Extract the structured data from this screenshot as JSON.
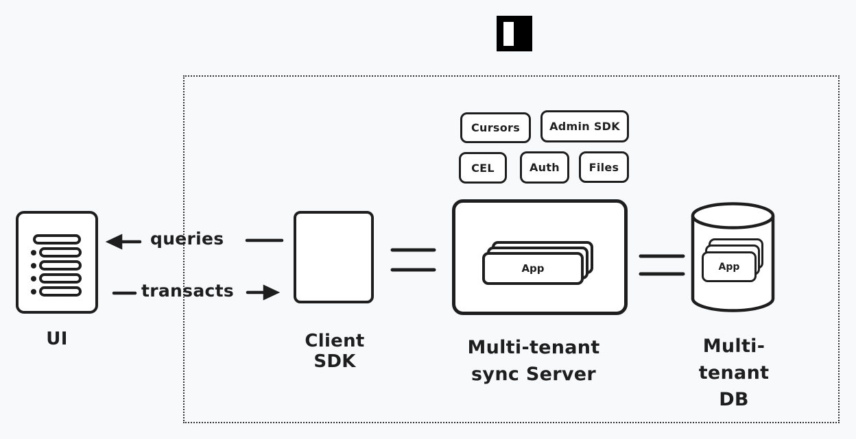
{
  "diagram": {
    "background_color": "#f8f9fb",
    "ink_color": "#1e1e1e",
    "surface_color": "#ffffff",
    "logo_color": "#000000"
  },
  "chips": {
    "cursors": "Cursors",
    "admin_sdk": "Admin SDK",
    "cel": "CEL",
    "auth": "Auth",
    "files": "Files"
  },
  "ui": {
    "label": "UI"
  },
  "flows": {
    "queries": "queries",
    "transacts": "transacts"
  },
  "client_sdk": {
    "label": "Client SDK"
  },
  "sync_server": {
    "label_line1": "Multi-tenant",
    "label_line2": "sync Server",
    "app_label": "App"
  },
  "db": {
    "label_line1": "Multi-tenant",
    "label_line2": "DB",
    "app_label": "App"
  }
}
